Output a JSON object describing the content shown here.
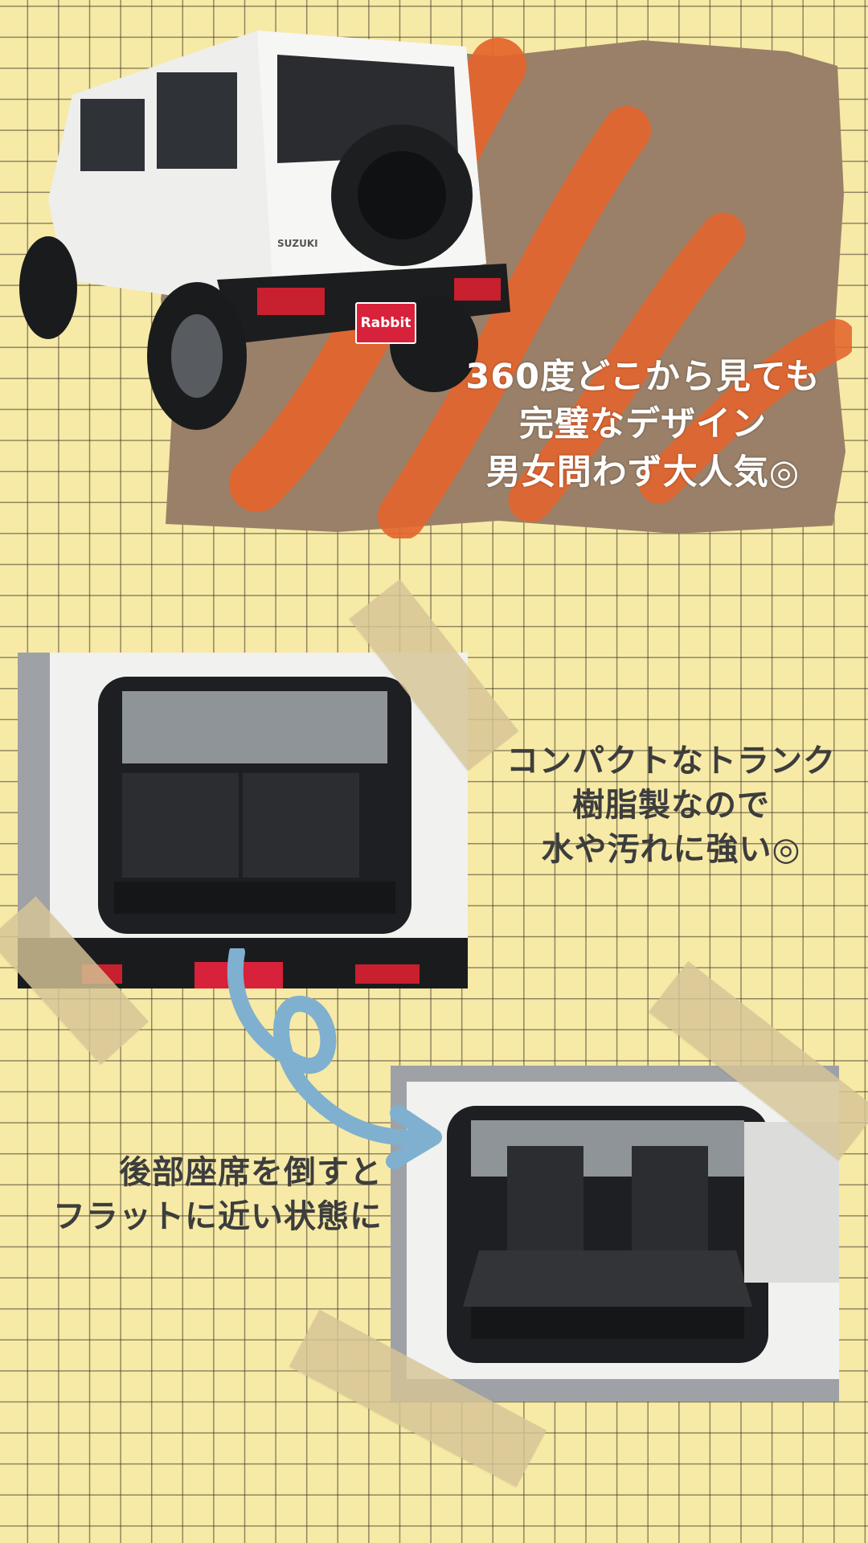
{
  "captions": {
    "exterior": {
      "line1": "360度どこから見ても",
      "line2": "完璧なデザイン",
      "line3": "男女問わず大人気◎"
    },
    "trunk": {
      "line1": "コンパクトなトランク",
      "line2": "樹脂製なので",
      "line3": "水や汚れに強い◎"
    },
    "seats_folded": {
      "line1": "後部座席を倒すと",
      "line2": "フラットに近い状態に"
    }
  },
  "vehicle": {
    "brand_badge": "SUZUKI",
    "dealer_plate": "Rabbit"
  },
  "colors": {
    "background": "#f6eaa6",
    "grid_line": "#3c3228",
    "brown_patch": "#9a8068",
    "orange_stroke": "#e4642c",
    "arrow_blue": "#7fb0d0",
    "tape": "#d6c496",
    "caption_dark": "#3d3d3d",
    "caption_light": "#ffffff",
    "plate_red": "#d8213a"
  }
}
